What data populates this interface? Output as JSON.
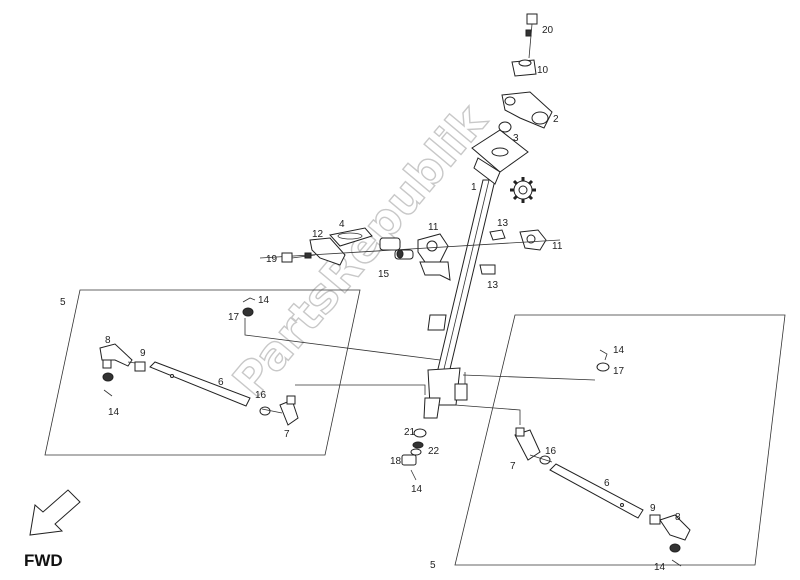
{
  "watermark": "PartsRepublik",
  "direction_label": "FWD",
  "icons": {
    "forward_arrow": "forward-arrow-icon",
    "gear": "gear-icon"
  },
  "callouts": {
    "c1": "1",
    "c2": "2",
    "c3": "3",
    "c4": "4",
    "c5_left": "5",
    "c5_right": "5",
    "c6_left": "6",
    "c6_right": "6",
    "c7_left": "7",
    "c7_right": "7",
    "c8_left": "8",
    "c8_right": "8",
    "c9_left": "9",
    "c9_right": "9",
    "c10": "10",
    "c11_a": "11",
    "c11_b": "11",
    "c12": "12",
    "c13_a": "13",
    "c13_b": "13",
    "c14_a": "14",
    "c14_b": "14",
    "c14_c": "14",
    "c14_d": "14",
    "c14_e": "14",
    "c15": "15",
    "c16_left": "16",
    "c16_right": "16",
    "c17_left": "17",
    "c17_right": "17",
    "c18": "18",
    "c19": "19",
    "c20": "20",
    "c21": "21",
    "c22": "22"
  }
}
